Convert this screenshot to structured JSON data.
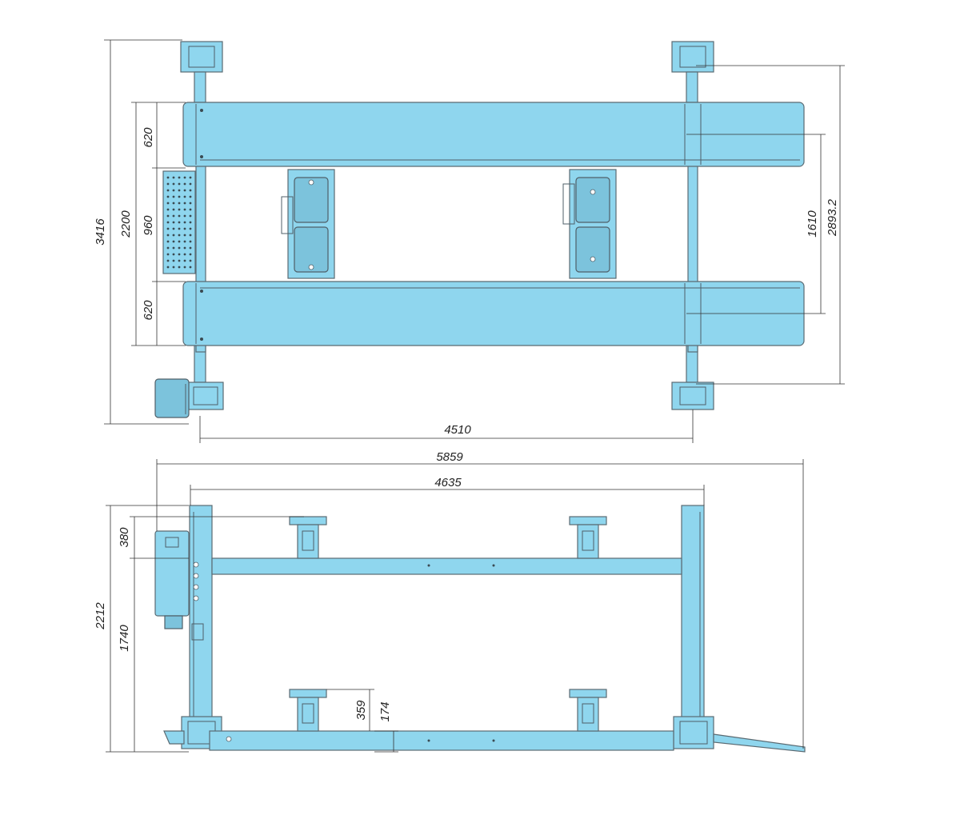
{
  "dimensions": {
    "top_view": {
      "overall_width": "3416",
      "inner_width": "2200",
      "runway_width_top": "620",
      "gap_between_runways": "960",
      "runway_width_bottom": "620",
      "inner_track": "1610",
      "outer_track": "2893.2",
      "column_spacing": "4510"
    },
    "side_view": {
      "overall_length": "5859",
      "platform_length": "4635",
      "overall_height": "2212",
      "lift_height": "1740",
      "top_offset": "380",
      "jack_height": "359",
      "low_height": "174"
    }
  },
  "colors": {
    "body": "#8fd6ee",
    "outline": "#5a6a72",
    "dimension_line": "#333333"
  }
}
